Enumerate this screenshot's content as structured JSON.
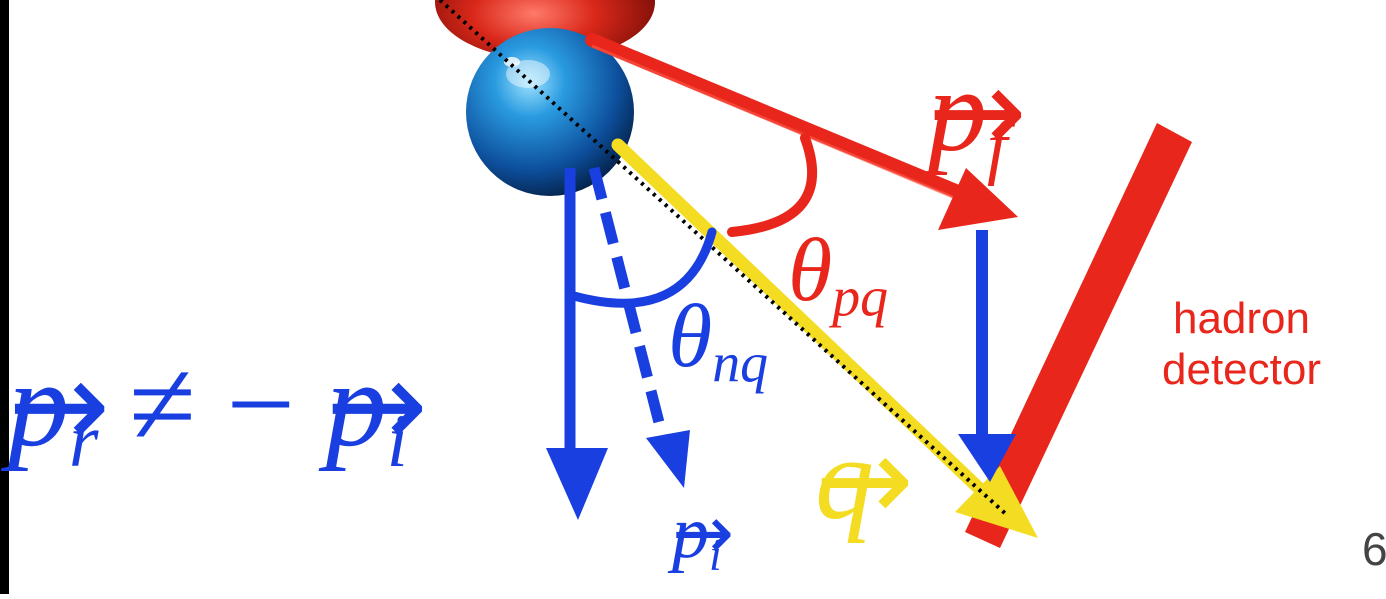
{
  "labels": {
    "p_f": {
      "sym": "p",
      "sub": "f"
    },
    "theta_pq": {
      "sym": "θ",
      "sub": "pq"
    },
    "theta_nq": {
      "sym": "θ",
      "sub": "nq"
    },
    "q": {
      "sym": "q"
    },
    "p_i_small": {
      "sym": "p",
      "sub": "i"
    },
    "equation": {
      "lhs_sym": "p",
      "lhs_sub": "r",
      "op": "≠ −",
      "rhs_sym": "p",
      "rhs_sub": "i"
    },
    "hadron_detector": {
      "line1": "hadron",
      "line2": "detector"
    },
    "page_number": "6"
  },
  "colors": {
    "red": "#e8261b",
    "blue": "#1a3fe0",
    "yellow": "#f3dc22",
    "black": "#000000",
    "background": "#ffffff"
  }
}
